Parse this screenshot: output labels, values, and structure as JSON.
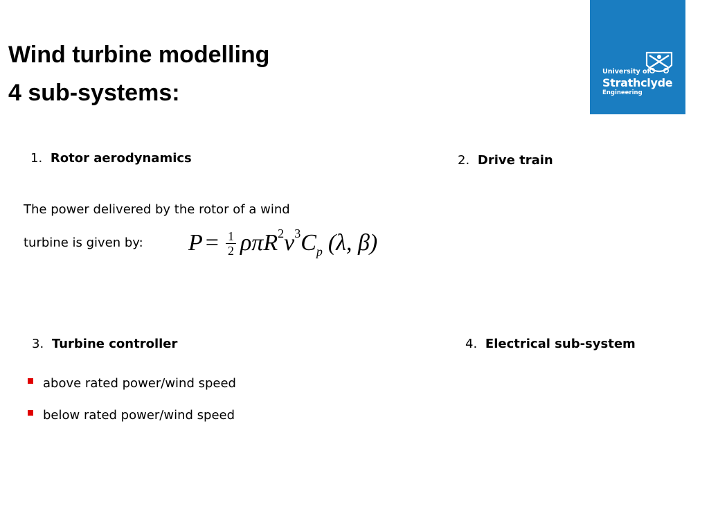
{
  "title": {
    "line1": "Wind turbine modelling",
    "line2": "4 sub-systems:"
  },
  "logo": {
    "line1": "University of",
    "line2": "Strathclyde",
    "line3": "Engineering",
    "bg_color": "#1a7dc1"
  },
  "sections": {
    "s1": {
      "num": "1.",
      "label": "Rotor aerodynamics"
    },
    "s2": {
      "num": "2.",
      "label": "Drive train"
    },
    "s3": {
      "num": "3.",
      "label": "Turbine controller"
    },
    "s4": {
      "num": "4.",
      "label": "Electrical sub-system"
    }
  },
  "rotor_text": {
    "line1": "The power delivered by the rotor of a wind",
    "line2": "turbine is given by:"
  },
  "formula": {
    "lhs": "P",
    "eq": "=",
    "frac_num": "1",
    "frac_den": "2",
    "rho_pi": "ρπ",
    "R": "R",
    "R_exp": "2",
    "v": "v",
    "v_exp": "3",
    "C": "C",
    "C_sub": "p",
    "args": "(λ, β)"
  },
  "bullets": [
    "above rated power/wind speed",
    "below rated power/wind speed"
  ],
  "bullet_color": "#e00000"
}
